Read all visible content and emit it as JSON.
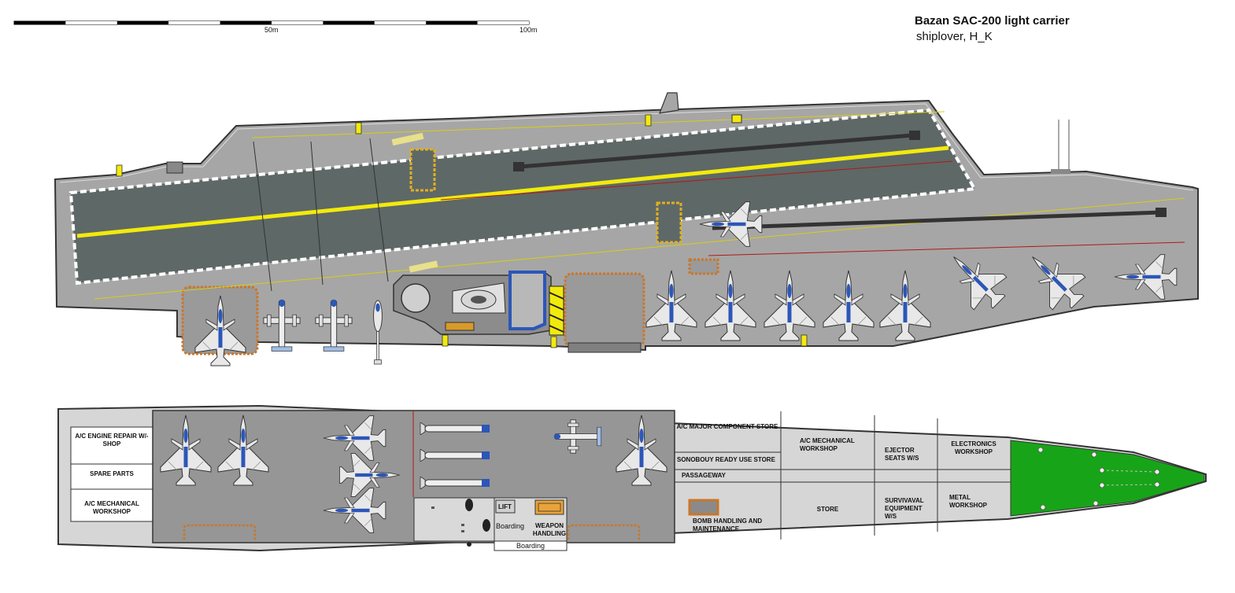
{
  "header": {
    "title": "Bazan SAC-200 light carrier",
    "author": "shiplover, H_K"
  },
  "scale_bar": {
    "mid_label": "50m",
    "end_label": "100m"
  },
  "hangar_labels": {
    "ac_engine_repair": "A/C ENGINE REPAIR W/-SHOP",
    "spare_parts": "SPARE PARTS",
    "ac_mechanical_left": "A/C MECHANICAL WORKSHOP",
    "lift": "LIFT",
    "boarding_inner": "Boarding",
    "weapon_handling": "WEAPON HANDLING",
    "boarding_bottom": "Boarding",
    "ac_major_component": "A/C MAJOR COMPONENT STORE",
    "sonobuoy_store": "SONOBOUY READY USE STORE",
    "passageway": "PASSAGEWAY",
    "bomb_handling": "BOMB HANDLING AND MAINTENANCE",
    "ac_mechanical_right": "A/C MECHANICAL WORKSHOP",
    "store": "STORE",
    "ejector_seats": "EJECTOR SEATS W/S",
    "survival_equipment": "SURVIVAVAL EQUIPMENT W/S",
    "electronics": "ELECTRONICS WORKSHOP",
    "metal_workshop": "METAL WORKSHOP"
  },
  "colors": {
    "deck": "#a6a6a6",
    "runway": "#5e6866",
    "centerline": "#f2ea0c",
    "hangar_floor": "#969696",
    "hull": "#d6d6d6",
    "bow_deck": "#18a418",
    "jet_accent": "#2c56b8"
  }
}
